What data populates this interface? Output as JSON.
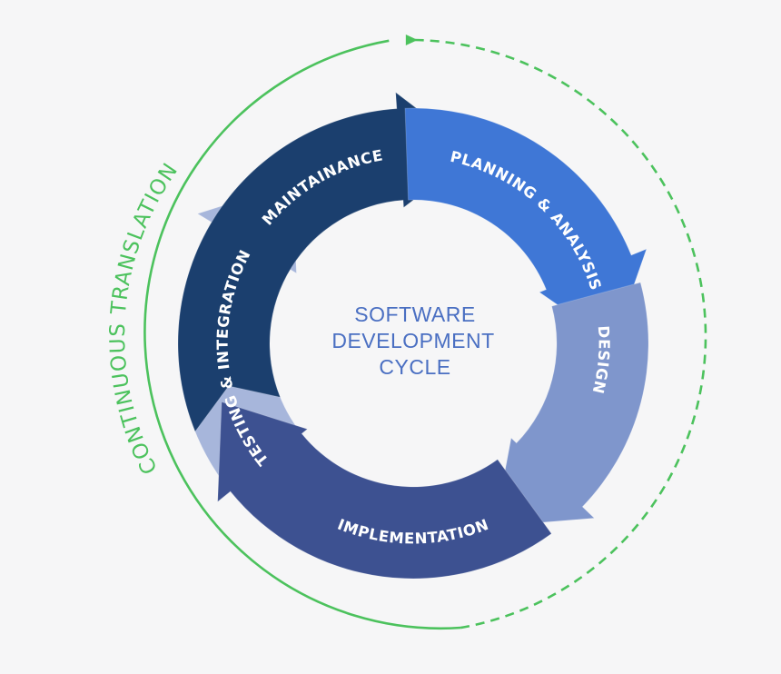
{
  "center": {
    "lines": [
      "SOFTWARE",
      "DEVELOPMENT",
      "CYCLE"
    ],
    "color": "#4a6fc2"
  },
  "outer": {
    "label": "CONTINUOUS TRANSLATION",
    "color": "#4cc25d"
  },
  "segments": [
    {
      "id": "maintainance",
      "label": "MAINTAINANCE",
      "color": "#1b3f6e"
    },
    {
      "id": "planning",
      "label": "PLANNING & ANALYSIS",
      "color": "#3f77d6"
    },
    {
      "id": "design",
      "label": "DESIGN",
      "color": "#7f96cc"
    },
    {
      "id": "implementation",
      "label": "IMPLEMENTATION",
      "color": "#3d5191"
    },
    {
      "id": "testing",
      "label": "TESTING & INTEGRATION",
      "color": "#a7b6db"
    }
  ]
}
